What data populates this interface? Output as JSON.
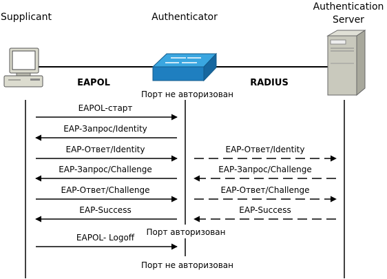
{
  "entities": {
    "supplicant": "Supplicant",
    "authenticator": "Authenticator",
    "server_line1": "Authentication",
    "server_line2": "Server"
  },
  "links": {
    "eapol": "EAPOL",
    "radius": "RADIUS"
  },
  "port_status": {
    "initial": "Порт не авторизован",
    "authorized": "Порт авторизован",
    "final": "Порт не авторизован"
  },
  "messages_left": [
    {
      "label": "EAPOL-старт",
      "direction": "right"
    },
    {
      "label": "EAP-Запрос/Identity",
      "direction": "left"
    },
    {
      "label": "EAP-Ответ/Identity",
      "direction": "right"
    },
    {
      "label": "EAP-Запрос/Challenge",
      "direction": "left"
    },
    {
      "label": "EAP-Ответ/Challenge",
      "direction": "right"
    },
    {
      "label": "EAP-Success",
      "direction": "left"
    },
    {
      "label": "EAPOL- Logoff",
      "direction": "right"
    }
  ],
  "messages_right": [
    {
      "label": "EAP-Ответ/Identity",
      "direction": "right"
    },
    {
      "label": "EAP-Запрос/Challenge",
      "direction": "left"
    },
    {
      "label": "EAP-Ответ/Challenge",
      "direction": "right"
    },
    {
      "label": "EAP-Success",
      "direction": "left"
    }
  ],
  "colors": {
    "switch_top": "#3aa6e0",
    "switch_front": "#1f7fc0",
    "server_body": "#c9c9bd",
    "line": "#000000"
  }
}
